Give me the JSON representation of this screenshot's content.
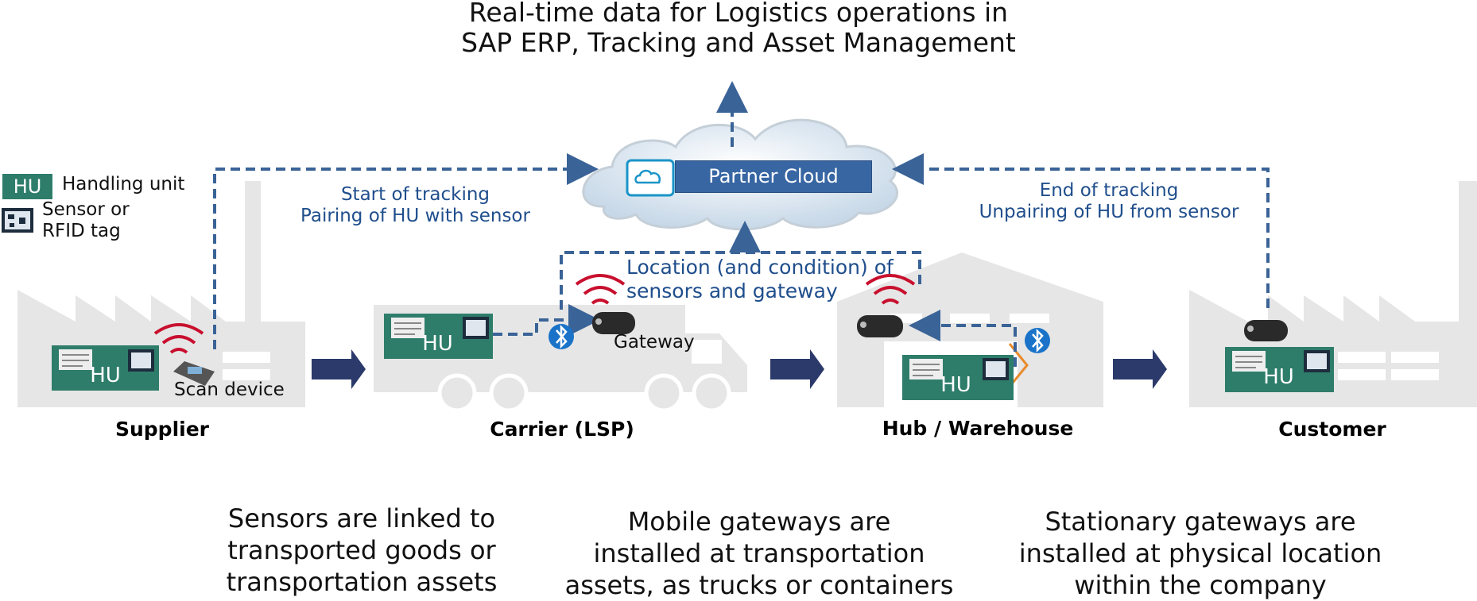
{
  "title": {
    "line1": "Real-time data for Logistics operations in",
    "line2": "SAP ERP, Tracking and Asset Management"
  },
  "legend": {
    "hu_badge": "HU",
    "hu_label": "Handling unit",
    "sensor_label_line1": "Sensor or",
    "sensor_label_line2": "RFID tag"
  },
  "cloud": {
    "label": "Partner Cloud"
  },
  "flows": {
    "start_line1": "Start of tracking",
    "start_line2": "Pairing of HU with sensor",
    "location_line1": "Location (and condition) of",
    "location_line2": "sensors and gateway",
    "end_line1": "End of tracking",
    "end_line2": "Unpairing of HU from sensor"
  },
  "devices": {
    "scan_device": "Scan device",
    "gateway": "Gateway"
  },
  "hu_boxes": {
    "supplier": "HU",
    "carrier": "HU",
    "warehouse": "HU",
    "customer": "HU"
  },
  "stages": {
    "supplier": "Supplier",
    "carrier": "Carrier (LSP)",
    "warehouse": "Hub / Warehouse",
    "customer": "Customer"
  },
  "descriptions": {
    "sensors_l1": "Sensors are linked to",
    "sensors_l2": "transported goods or",
    "sensors_l3": "transportation assets",
    "mobile_l1": "Mobile gateways are",
    "mobile_l2": "installed at transportation",
    "mobile_l3": "assets, as trucks or containers",
    "stationary_l1": "Stationary gateways are",
    "stationary_l2": "installed at physical location",
    "stationary_l3": "within the company"
  },
  "colors": {
    "hu_green": "#2e7d6b",
    "flow_blue": "#3a6397",
    "arrow_navy": "#2b3a6b",
    "building_gray": "#e6e6e6",
    "signal_red": "#c8102e",
    "bluetooth_blue": "#1a73c8"
  }
}
